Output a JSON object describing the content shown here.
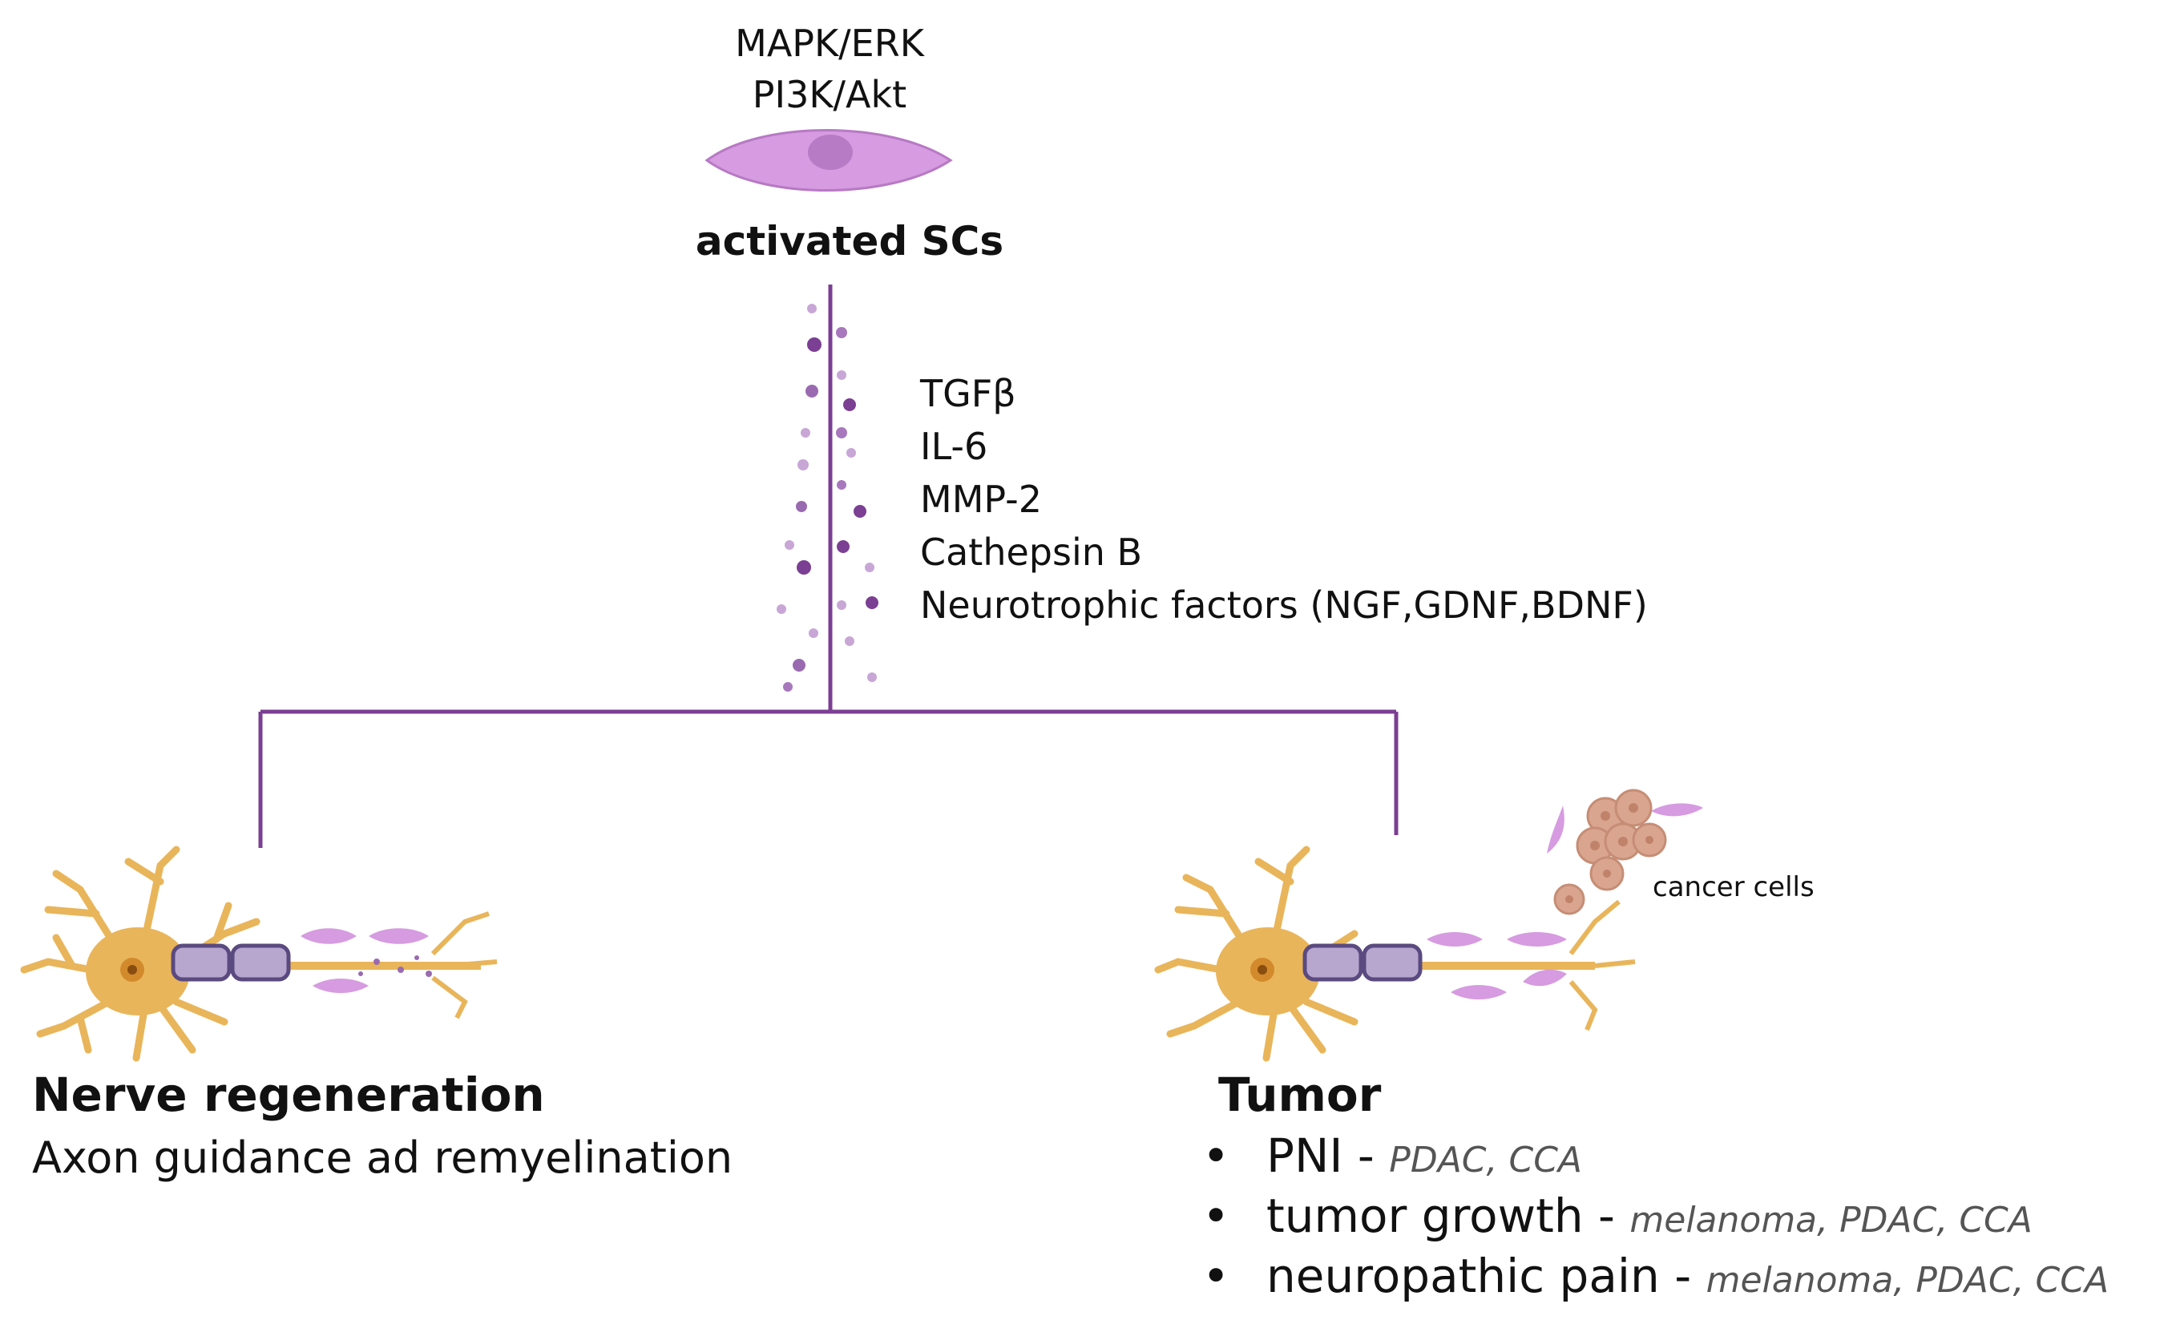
{
  "top": {
    "pathways": [
      "MAPK/ERK",
      "PI3K/Akt"
    ],
    "cell_label": "activated SCs"
  },
  "secreted_factors": [
    "TGFβ",
    "IL-6",
    "MMP-2",
    "Cathepsin B",
    "Neurotrophic factors (NGF,GDNF,BDNF)"
  ],
  "left_branch": {
    "title": "Nerve regeneration",
    "subtitle": "Axon guidance ad remyelination"
  },
  "right_branch": {
    "title": "Tumor",
    "cancer_label": "cancer cells",
    "items": [
      {
        "name": "PNI",
        "separator": " - ",
        "models": "PDAC, CCA"
      },
      {
        "name": "tumor growth",
        "separator": " - ",
        "models": "melanoma, PDAC, CCA"
      },
      {
        "name": "neuropathic pain",
        "separator": " - ",
        "models": "melanoma, PDAC, CCA"
      }
    ]
  },
  "colors": {
    "connector": "#7b3f93",
    "schwann_cell": "#d69be0",
    "neuron": "#e9b55a",
    "cancer_cell": "#d9a58f"
  }
}
